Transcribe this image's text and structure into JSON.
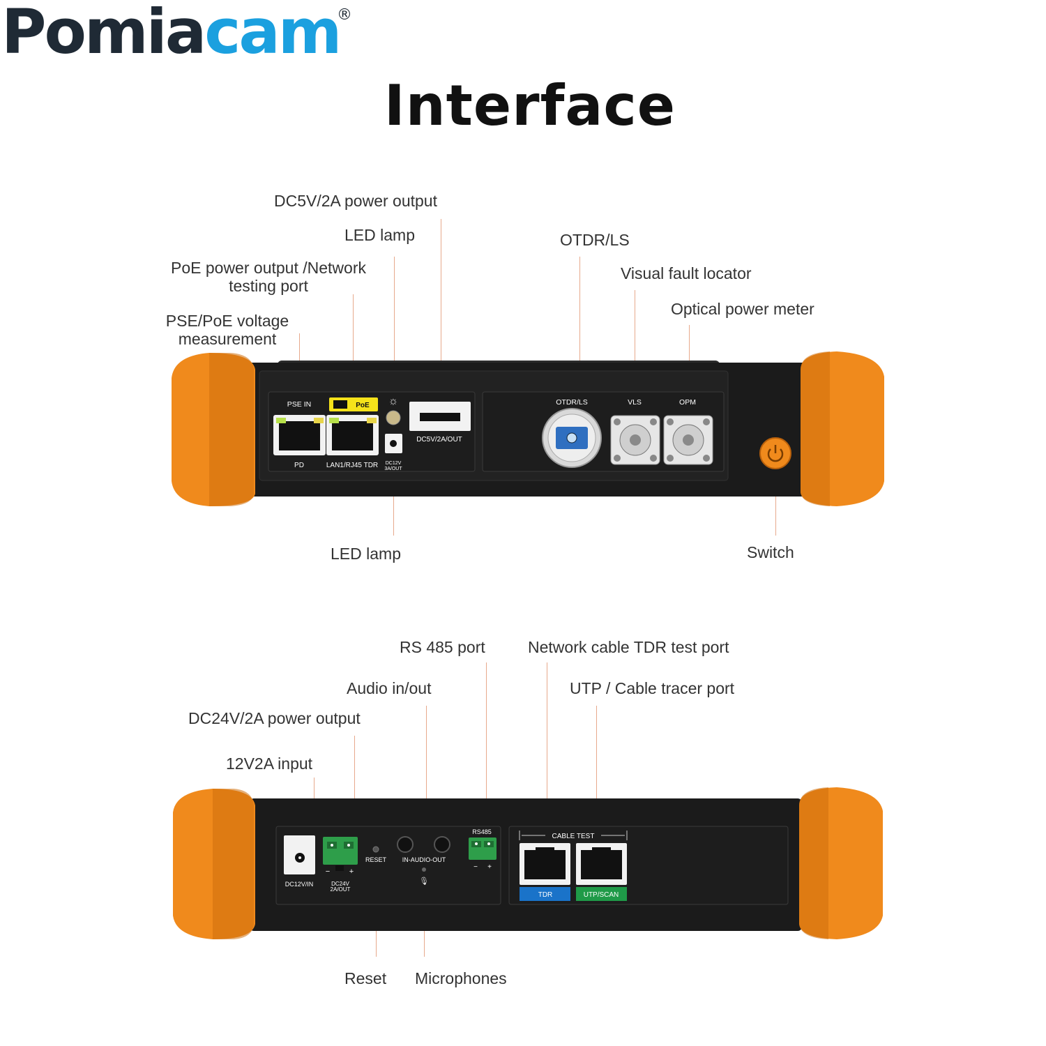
{
  "brand": {
    "name_dark": "Pomia",
    "name_blue": "cam",
    "registered_mark": "®",
    "dark_color": "#1f2a35",
    "blue_color": "#1ba0df"
  },
  "page_title": "Interface",
  "top_panel": {
    "callouts": {
      "dc5v_power_output": "DC5V/2A power output",
      "led_lamp_top": "LED lamp",
      "poe_output_line1": "PoE power output /Network",
      "poe_output_line2": "testing port",
      "pse_voltage_line1": "PSE/PoE voltage",
      "pse_voltage_line2": "measurement",
      "otdr_ls": "OTDR/LS",
      "visual_fault_locator": "Visual fault locator",
      "optical_power_meter": "Optical power meter",
      "led_lamp_bottom": "LED lamp",
      "switch": "Switch"
    },
    "port_labels": {
      "pse_in": "PSE IN",
      "poe_badge": "PoE",
      "pd": "PD",
      "lan1": "LAN1/RJ45 TDR",
      "dc12v_line1": "DC12V",
      "dc12v_line2": "3A/OUT",
      "dc5v_out": "DC5V/2A/OUT",
      "otdr_ls": "OTDR/LS",
      "vls": "VLS",
      "opm": "OPM"
    }
  },
  "bottom_panel": {
    "callouts": {
      "rs485_port": "RS 485 port",
      "tdr_test_port": "Network cable TDR test port",
      "audio_in_out": "Audio in/out",
      "utp_cable_tracer": "UTP / Cable tracer port",
      "dc24v_power_output": "DC24V/2A power output",
      "input_12v2a": "12V2A input",
      "reset": "Reset",
      "microphones": "Microphones"
    },
    "port_labels": {
      "dc12v_in": "DC12V/IN",
      "dc24v_line1": "DC24V",
      "dc24v_line2": "2A/OUT",
      "minus": "−",
      "plus": "+",
      "reset": "RESET",
      "audio": "IN-AUDIO-OUT",
      "rs485": "RS485",
      "cable_test": "CABLE TEST",
      "tdr": "TDR",
      "utp_scan": "UTP/SCAN"
    }
  },
  "colors": {
    "bumper": "#f08a1c",
    "bumper_shade": "#cf6f0d",
    "body": "#1b1b1b",
    "poe_yellow": "#f5e21a",
    "terminal_green": "#2e9e4a",
    "tdr_blue": "#1a73c9",
    "utp_green": "#1f9a48",
    "leader_line": "#e7a98c"
  }
}
